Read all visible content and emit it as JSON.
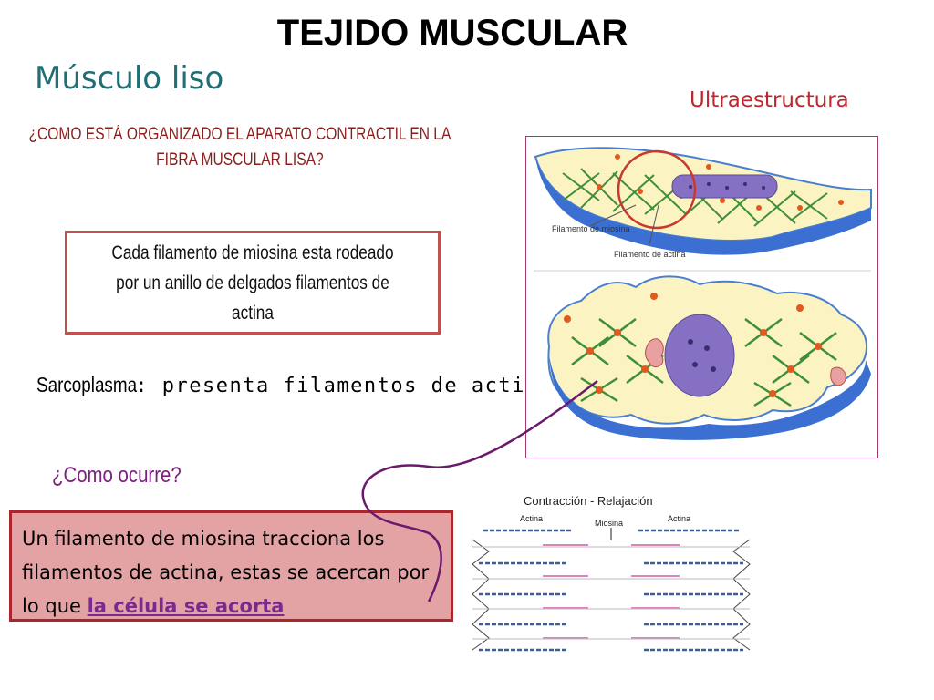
{
  "slide": {
    "title": "TEJIDO MUSCULAR",
    "subtitle": "Músculo liso",
    "ultra_label": "Ultraestructura",
    "question": "¿COMO ESTÁ ORGANIZADO EL APARATO CONTRACTIL EN LA FIBRA MUSCULAR LISA?",
    "box1_text": "Cada filamento de miosina esta rodeado por un anillo de delgados filamentos de actina",
    "sarcoplasma_label": "Sarcoplasma",
    "sarcoplasma_text": ": presenta filamentos de actina y miosina",
    "como_ocurre": "¿Como ocurre?",
    "box2_text": "Un filamento de miosina tracciona los filamentos de actina, estas se acercan por lo que ",
    "box2_link": "la célula se acorta "
  },
  "figure_top": {
    "label_miosina": "Filamento de miosina",
    "label_actina": "Filamento de actina"
  },
  "figure_bottom": {
    "title": "Contracción - Relajación",
    "label_actina_left": "Actina",
    "label_miosina": "Miosina",
    "label_actina_right": "Actina"
  },
  "colors": {
    "title_teal": "#1f6f74",
    "red": "#c0262c",
    "purple": "#7b1f80",
    "box2_fill": "#e3a3a5"
  }
}
